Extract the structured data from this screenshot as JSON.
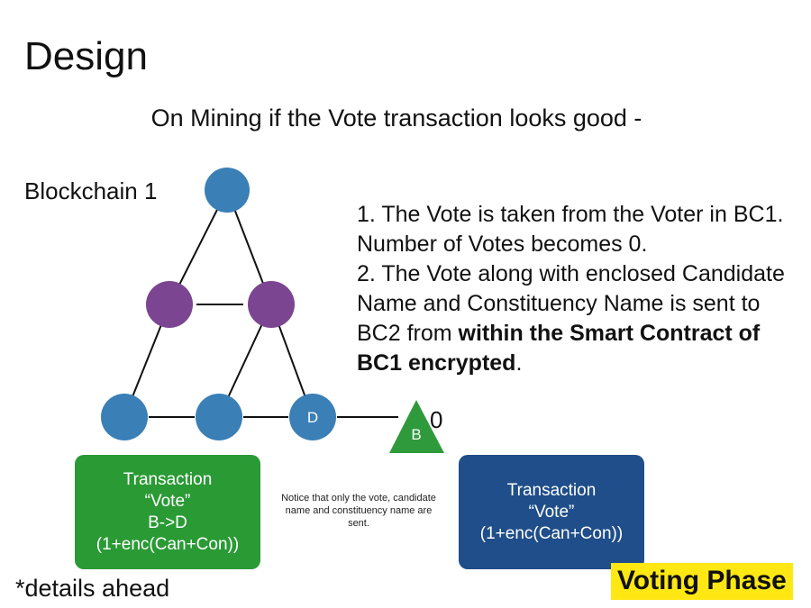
{
  "slide": {
    "title": "Design",
    "subtitle": "On Mining if the Vote transaction looks good -",
    "blockchain_label": "Blockchain 1",
    "steps": [
      {
        "text": "1. The Vote is taken from the Voter in BC1. Number of Votes becomes 0."
      },
      {
        "text": "2. The Vote along with enclosed Candidate Name and Constituency Name is sent to BC2 from ",
        "bold": "within the Smart Contract of BC1 encrypted",
        "end": "."
      }
    ],
    "graph": {
      "node_d_label": "D",
      "triangle_label": "B",
      "zero_label": "0",
      "colors": {
        "blue_node": "#3a7fb6",
        "purple_node": "#7b4591",
        "triangle": "#2f9a3b"
      }
    },
    "green_card": {
      "lines": [
        "Transaction",
        "“Vote”",
        "B->D",
        "(1+enc(Can+Con))"
      ],
      "color": "#2a9a35"
    },
    "note": "Notice that only the vote, candidate name and constituency name are sent.",
    "blue_card": {
      "lines": [
        "Transaction",
        "“Vote”",
        "(1+enc(Can+Con))"
      ],
      "color": "#1f4e8a"
    },
    "details": "*details ahead",
    "phase_badge": "Voting Phase"
  }
}
